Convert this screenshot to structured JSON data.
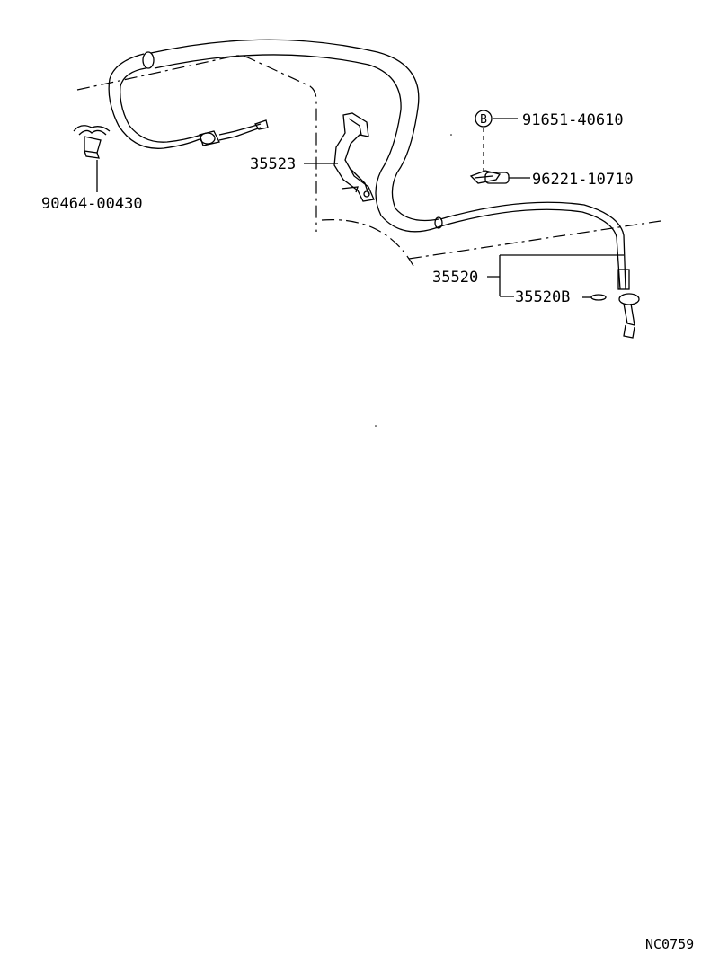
{
  "parts": {
    "clamp": "90464-00430",
    "bracket": "35523",
    "bolt_b": "91651-40610",
    "clip": "96221-10710",
    "cable_assy": "35520",
    "cable_sub": "35520B"
  },
  "callout_badge": "B",
  "diagram_code": "NC0759"
}
